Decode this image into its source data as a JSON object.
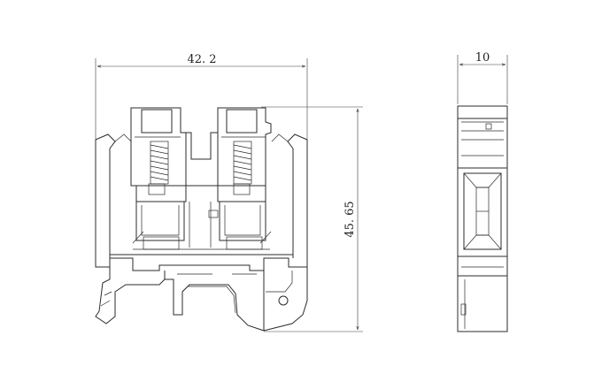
{
  "drawing": {
    "front_view": {
      "width_dimension": "42. 2",
      "height_dimension": "45. 65"
    },
    "side_view": {
      "width_dimension": "10"
    }
  }
}
